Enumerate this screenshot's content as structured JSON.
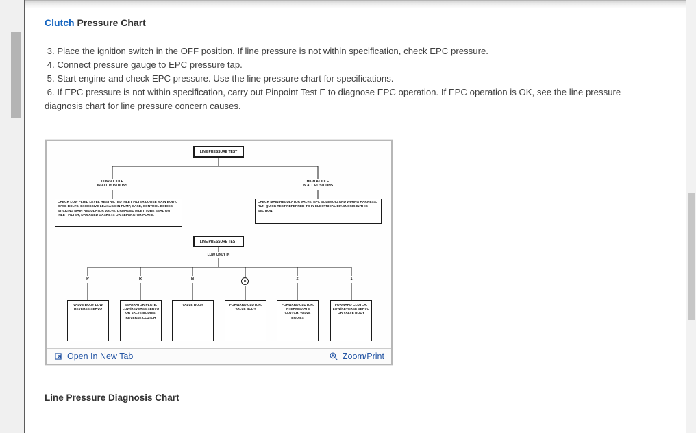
{
  "page": {
    "title_link": "Clutch",
    "title_rest": "Pressure Chart",
    "steps": [
      " 3. Place the ignition switch in the OFF position. If line pressure is not within specification, check EPC pressure.",
      " 4. Connect pressure gauge to EPC pressure tap.",
      " 5. Start engine and check EPC pressure. Use the line pressure chart for specifications.",
      " 6. If EPC pressure is not within specification, carry out Pinpoint Test E to diagnose EPC operation. If EPC operation is OK, see the line pressure diagnosis chart for line pressure concern causes."
    ],
    "section_heading": "Line Pressure Diagnosis Chart"
  },
  "figure": {
    "toolbar": {
      "open_in_new_tab": "Open In New Tab",
      "zoom_print": "Zoom/Print"
    },
    "flowchart": {
      "root_box": "LINE PRESSURE TEST",
      "left_condition": "LOW AT IDLE\nIN ALL POSITIONS",
      "right_condition": "HIGH AT IDLE\nIN ALL POSITIONS",
      "left_action": "CHECK LOW FLUID LEVEL RESTRICTED INLET FILTER LOOSE MAIN BODY, CASE BOLTS, EXCESSIVE LEAKAGE IN PUMP, CASE, CONTROL BODIES, STICKING MAIN REGULATOR VALVE, DAMAGED INLET TUBE SEAL ON INLET FILTER, DAMAGED GASKETS OR SEPARATOR PLATE.",
      "right_action": "CHECK MAIN REGULATOR VALVE, EPC SOLENOID AND WIRING HARNESS, RUN QUICK TEST REFERRED TO IN ELECTRICAL DIAGNOSIS IN THIS SECTION.",
      "second_test_box": "LINE PRESSURE TEST",
      "second_condition": "LOW ONLY IN",
      "positions": [
        "P",
        "R",
        "N",
        "D",
        "2",
        "1"
      ],
      "causes": [
        "VALVE BODY LOW REVERSE SERVO",
        "SEPARATOR PLATE, LOW/REVERSE SERVO OR VALVE BODIES, REVERSE CLUTCH",
        "VALVE BODY",
        "FORWARD CLUTCH, VALVE BODY",
        "FORWARD CLUTCH, INTERMEDIATE CLUTCH, VALVE BODIES",
        "FORWARD CLUTCH, LOW/REVERSE SERVO OR VALVE BODY"
      ]
    }
  },
  "colors": {
    "title_link_blue": "#1565c0",
    "toolbar_link_blue": "#2455a4",
    "rail_gray": "#f0f0f0",
    "divider_gray": "#5c5c5c"
  }
}
